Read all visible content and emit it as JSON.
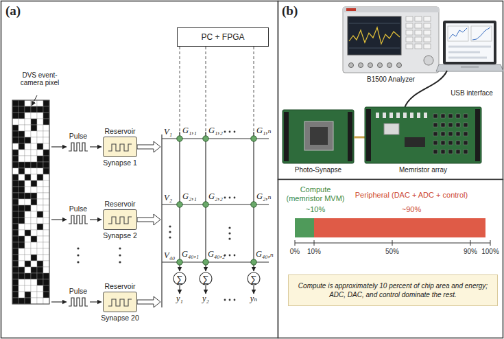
{
  "diagram": {
    "nodes": [
      {
        "text": [
          "PC + FPGA"
        ]
      },
      {
        "text": [
          "Reservoir",
          "Synapse 1"
        ]
      },
      {
        "text": [
          "Reservoir",
          "Synapse 2"
        ]
      },
      {
        "text": [
          "Reservoir",
          "Synapse 20"
        ]
      },
      {
        "text": [
          "∑"
        ]
      },
      {
        "text": [
          "∑"
        ]
      },
      {
        "text": [
          "∑"
        ]
      },
      {
        "text": [
          "Compute is approximately 10 percent of chip area and energy; ADC, DAC, and control dominate the rest."
        ]
      }
    ],
    "labels": [
      "(a)",
      "DVS event-camera pixel",
      "Pulse",
      "Pulse",
      "Pulse",
      "V₁",
      "V₂",
      "V₄₀",
      "G₁,₁",
      "G₁,₂",
      "G₁,ₙ",
      "G₂,₁",
      "G₂,₂",
      "G₂,ₙ",
      "G₄₀,₁",
      "G₄₀,₂",
      "G₄₀,ₙ",
      "y₁",
      "y₂",
      "yₙ",
      "(b)",
      "B1500 Analyzer",
      "USB interface",
      "Photo-Synapse",
      "Memristor array",
      "Compute (memristor MVM)",
      "~10%",
      "Peripheral (DAC + ADC + control)",
      "~90%",
      "0%",
      "10%",
      "50%",
      "90%",
      "100%"
    ]
  }
}
